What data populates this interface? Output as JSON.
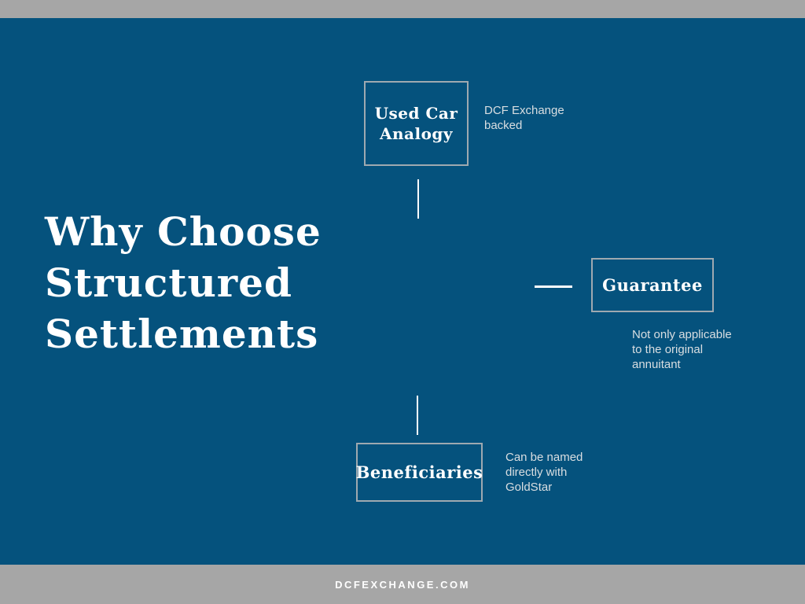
{
  "colors": {
    "background": "#05527d",
    "bar": "#a6a6a6",
    "box_border": "#9fa9b0",
    "title_text": "#ffffff",
    "annotation_text": "#d9dee1"
  },
  "title": {
    "text": "Why Choose Structured Settlements",
    "lines": [
      "Why Choose",
      "Structured",
      "Settlements"
    ]
  },
  "nodes": [
    {
      "id": "used-car-analogy",
      "label": "Used Car\nAnalogy",
      "annotation": "DCF Exchange\nbacked"
    },
    {
      "id": "guarantee",
      "label": "Guarantee",
      "annotation": "Not only applicable\nto the original\nannuitant"
    },
    {
      "id": "beneficiaries",
      "label": "Beneficiaries",
      "annotation": "Can be named\ndirectly with\nGoldStar"
    }
  ],
  "footer": {
    "website": "DCFEXCHANGE.COM"
  }
}
